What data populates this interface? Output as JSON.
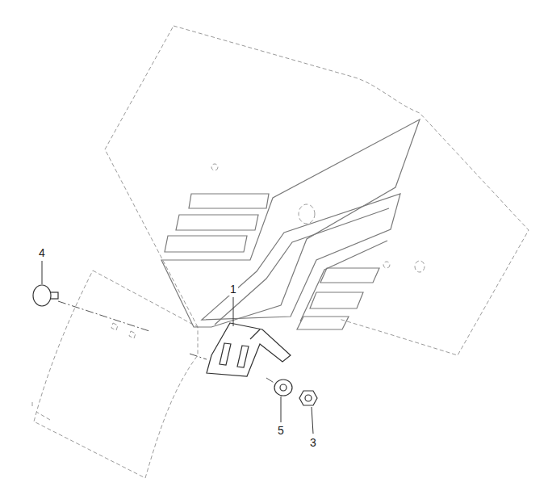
{
  "diagram": {
    "labels": [
      "4",
      "1",
      "5",
      "3"
    ]
  }
}
